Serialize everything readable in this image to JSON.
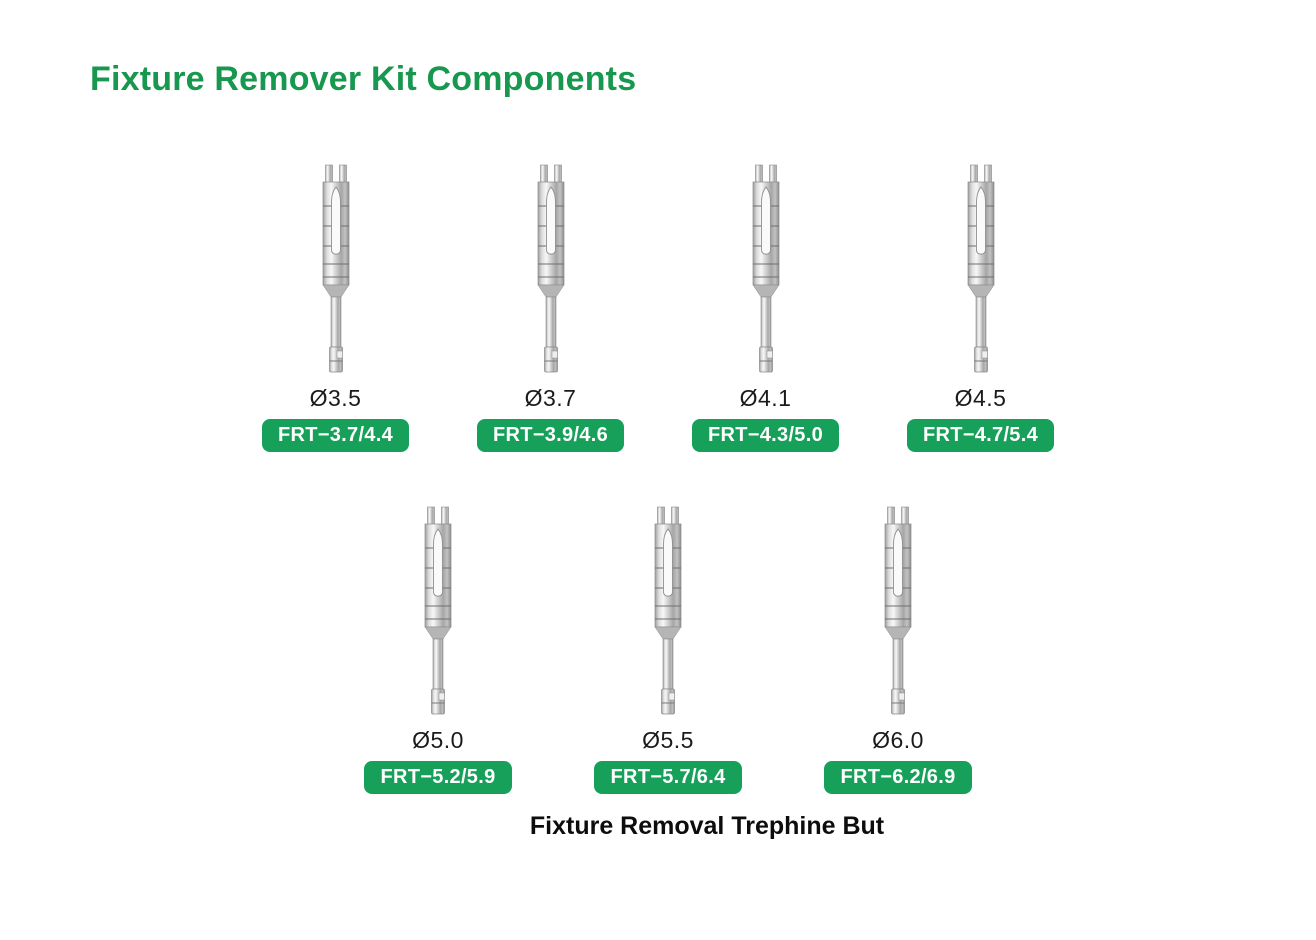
{
  "page": {
    "title": "Fixture Remover Kit Components",
    "caption": "Fixture Removal Trephine But"
  },
  "colors": {
    "title_green": "#17984e",
    "badge_green": "#16a05a",
    "badge_text": "#ffffff",
    "label_text": "#1b1b1b"
  },
  "items": [
    {
      "diameter": "Ø3.5",
      "code": "FRT−3.7/4.4"
    },
    {
      "diameter": "Ø3.7",
      "code": "FRT−3.9/4.6"
    },
    {
      "diameter": "Ø4.1",
      "code": "FRT−4.3/5.0"
    },
    {
      "diameter": "Ø4.5",
      "code": "FRT−4.7/5.4"
    },
    {
      "diameter": "Ø5.0",
      "code": "FRT−5.2/5.9"
    },
    {
      "diameter": "Ø5.5",
      "code": "FRT−5.7/6.4"
    },
    {
      "diameter": "Ø6.0",
      "code": "FRT−6.2/6.9"
    }
  ]
}
